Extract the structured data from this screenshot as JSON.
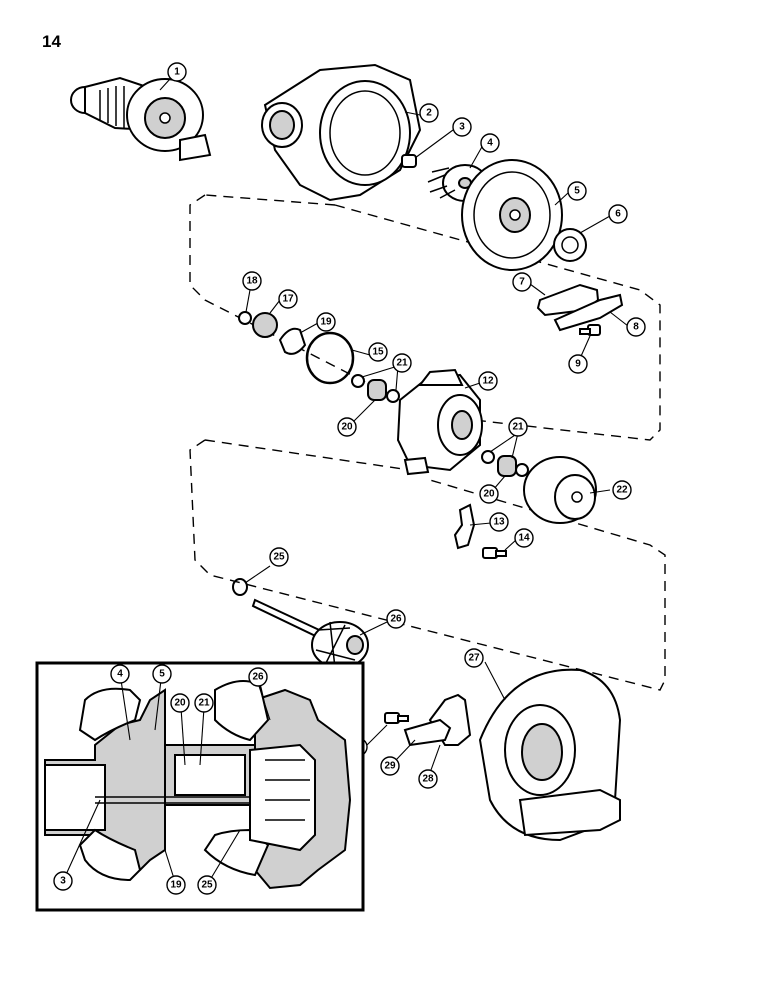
{
  "page_number": "14",
  "callouts": {
    "c1": "1",
    "c2": "2",
    "c3": "3",
    "c4": "4",
    "c5": "5",
    "c6": "6",
    "c7": "7",
    "c8": "8",
    "c9": "9",
    "c12": "12",
    "c13": "13",
    "c14": "14",
    "c15": "15",
    "c17": "17",
    "c18": "18",
    "c19": "19",
    "c20": "20",
    "c21": "21",
    "c22": "22",
    "c25": "25",
    "c26": "26",
    "c27": "27",
    "c28": "28",
    "c29": "29",
    "c9b": "9",
    "c20b": "20",
    "c21b": "21"
  },
  "inset_callouts": {
    "i4": "4",
    "i5": "5",
    "i20": "20",
    "i21": "21",
    "i26": "26",
    "i3": "3",
    "i19": "19",
    "i25": "25"
  }
}
